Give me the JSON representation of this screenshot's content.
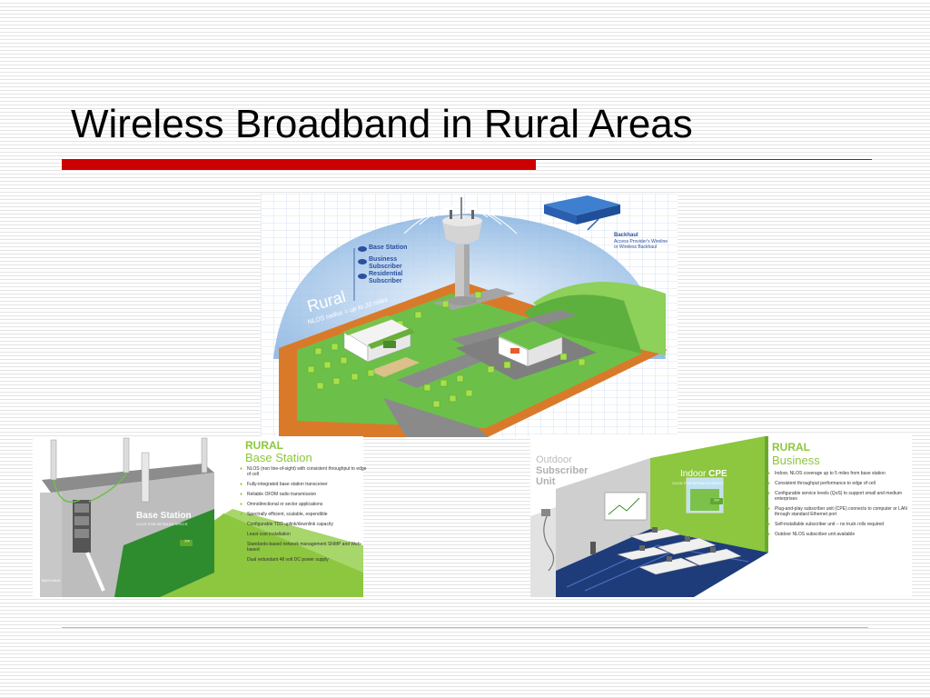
{
  "slide": {
    "title": "Wireless Broadband in Rural Areas"
  },
  "colors": {
    "accent_red": "#cc0000",
    "dome_blue": "#8fb8e4",
    "grass_green": "#6cc04a",
    "field_orange": "#d97a2a",
    "label_blue": "#2a4f9e",
    "panel_green": "#8dc63f"
  },
  "main_diagram": {
    "legend": [
      "Base Station",
      "Business Subscriber",
      "Residential Subscriber"
    ],
    "region_label": "Rural",
    "radius_label": "NLOS radius = up to 20 miles",
    "backhaul_title": "Backhaul",
    "backhaul_desc": [
      "Access Provider's Wireline",
      "or Wireless Backhaul"
    ]
  },
  "base_station_panel": {
    "heading_1": "RURAL",
    "heading_2": "Base Station",
    "bullets": [
      "NLOS (non line-of-sight) with consistent throughput to edge of cell",
      "Fully-integrated base station transceiver",
      "Reliable OFDM radio transmission",
      "Omnidirectional or sector applications",
      "Spectrally efficient, scalable, expendible",
      "Configurable TDD uplink/downlink capacity",
      "Least cost installation",
      "Standards-based network management SNMP and Web-based",
      "Dual redundant 48 volt DC power supply"
    ],
    "callout_title": "Base Station",
    "callout_sub": "CLICK FOR DETAILED SPECS",
    "callout_btn": ">>",
    "corner_label": "BACKHAUL"
  },
  "business_panel": {
    "outdoor_label": [
      "Outdoor",
      "Subscriber",
      "Unit"
    ],
    "indoor_title_1": "Indoor",
    "indoor_title_2": "CPE",
    "indoor_sub": "CLICK FOR DETAILED SPECS",
    "indoor_btn": ">>",
    "heading_1": "RURAL",
    "heading_2": "Business",
    "bullets": [
      "Indoor, NLOS coverage up to 5 miles from base station",
      "Consistent throughput performance to edge of cell",
      "Configurable service levels (QoS) to support small and medium enterprises",
      "Plug-and-play subscriber unit (CPE) connects to computer or LAN through standard Ethernet port",
      "Self-installable subscriber unit – no truck rolls required",
      "Outdoor NLOS subscriber unit available"
    ]
  }
}
